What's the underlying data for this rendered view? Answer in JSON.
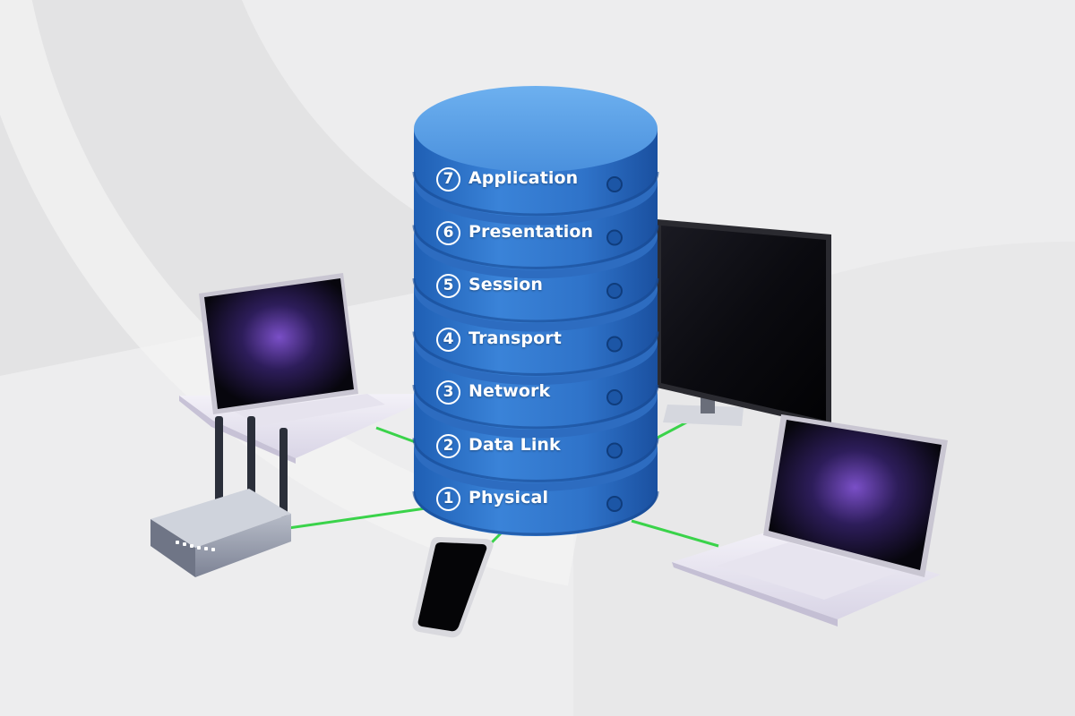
{
  "layers": [
    {
      "number": "7",
      "name": "Application"
    },
    {
      "number": "6",
      "name": "Presentation"
    },
    {
      "number": "5",
      "name": "Session"
    },
    {
      "number": "4",
      "name": "Transport"
    },
    {
      "number": "3",
      "name": "Network"
    },
    {
      "number": "2",
      "name": "Data Link"
    },
    {
      "number": "1",
      "name": "Physical"
    }
  ],
  "colors": {
    "background": "#ededee",
    "disk_blue": "#2f73c9",
    "disk_top": "#5aa0e6",
    "link_green": "#3ad34a"
  },
  "icons": [
    "laptop-icon",
    "router-icon",
    "monitor-icon",
    "smartphone-icon",
    "server-stack-icon"
  ]
}
